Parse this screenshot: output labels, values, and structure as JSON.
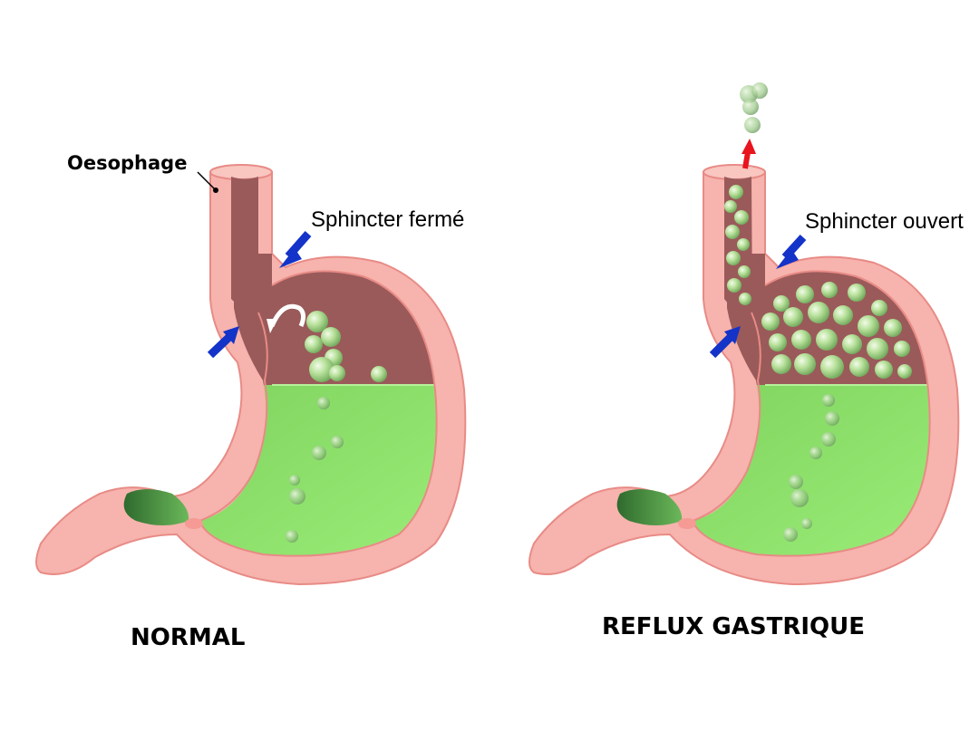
{
  "labels": {
    "oesophage": "Oesophage",
    "sphincter_ferme": "Sphincter fermé",
    "sphincter_ouvert": "Sphincter ouvert",
    "normal": "NORMAL",
    "reflux": "REFLUX GASTRIQUE"
  },
  "colors": {
    "stomach_wall": "#f7b3ad",
    "wall_outline": "#e88b86",
    "lining_dark": "#9a5a5a",
    "gastric_fluid": "#8ee56b",
    "gastric_fluid_dark": "#6cc14f",
    "pylorus_dark": "#3f7a3a",
    "arrow_blue": "#1433c8",
    "arrow_red": "#e8141e",
    "bubble": "#a7d88a"
  }
}
